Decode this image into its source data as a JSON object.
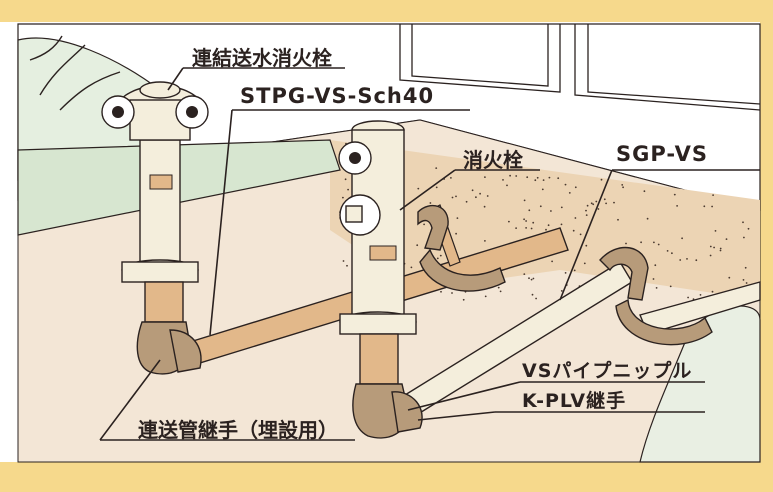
{
  "labels": {
    "connected_water_hydrant": "連結送水消火栓",
    "stpg_pipe": "STPG-VS-Sch40",
    "fire_hydrant": "消火栓",
    "sgp_pipe": "SGP-VS",
    "vs_pipe_nipple": "VSパイプニップル",
    "kplv_joint": "K-PLV継手",
    "buried_pipe_joint": "連送管継手（埋設用）"
  },
  "colors": {
    "frame": "#f6d98c",
    "ground": "#f3e6d6",
    "gravel": "#ecd4b4",
    "wall": "#ffffff",
    "pipe_tan": "#e2b88a",
    "pipe_light": "#f4eedc",
    "fitting": "#b79b7a",
    "outline": "#2b2220",
    "lawn": "#d7e6d0"
  }
}
